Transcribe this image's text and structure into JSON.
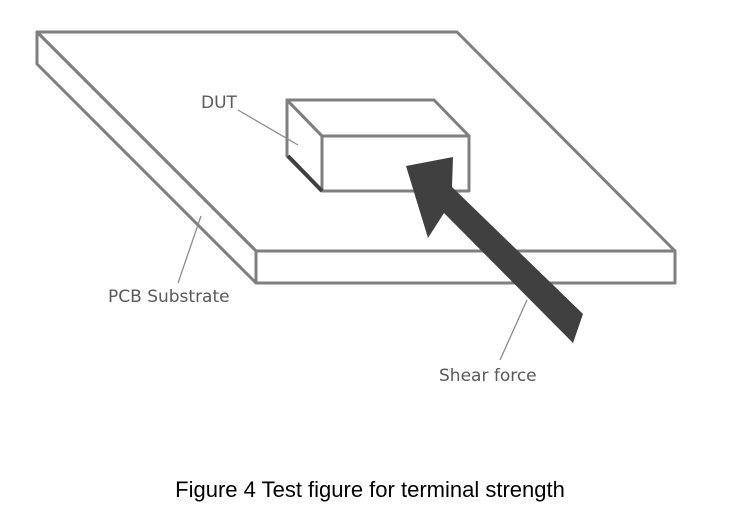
{
  "labels": {
    "dut": "DUT",
    "pcb": "PCB Substrate",
    "shear": "Shear force"
  },
  "caption": "Figure 4 Test figure for terminal strength",
  "colors": {
    "outline": "#7f7f7f",
    "arrow": "#404040",
    "label_text": "#595959",
    "caption_text": "#000000"
  }
}
